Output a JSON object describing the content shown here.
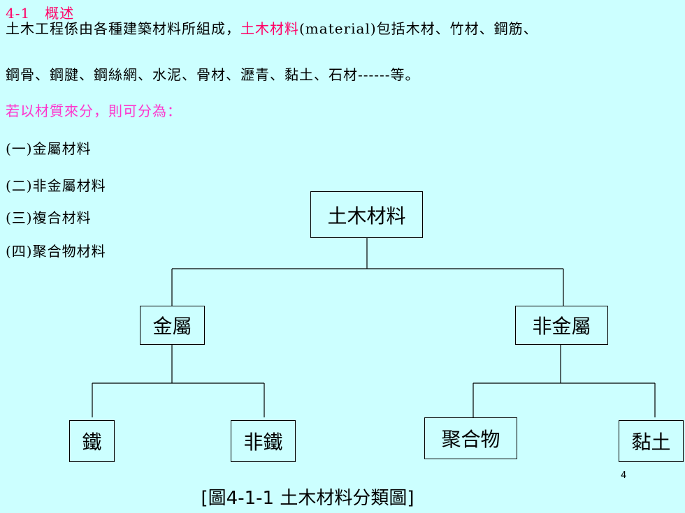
{
  "heading": "4-1　概述",
  "paragraph": {
    "line1_pre": "土木工程係由各種建築材料所組成，",
    "line1_highlight": "土木材料",
    "line1_post": "(material)包括木材、竹材、鋼筋、",
    "line2": "鋼骨、鋼腱、鋼絲網、水泥、骨材、瀝青、黏土、石材------等。"
  },
  "classification_intro": "若以材質來分，則可分為：",
  "categories": [
    "(一)金屬材料",
    "(二)非金屬材料",
    "(三)複合材料",
    "(四)聚合物材料"
  ],
  "diagram": {
    "root": "土木材料",
    "metal": "金屬",
    "nonmetal": "非金屬",
    "iron": "鐵",
    "noniron": "非鐵",
    "polymer": "聚合物",
    "clay": "黏土"
  },
  "page_number": "4",
  "caption": "[圖4-1-1 土木材料分類圖]"
}
